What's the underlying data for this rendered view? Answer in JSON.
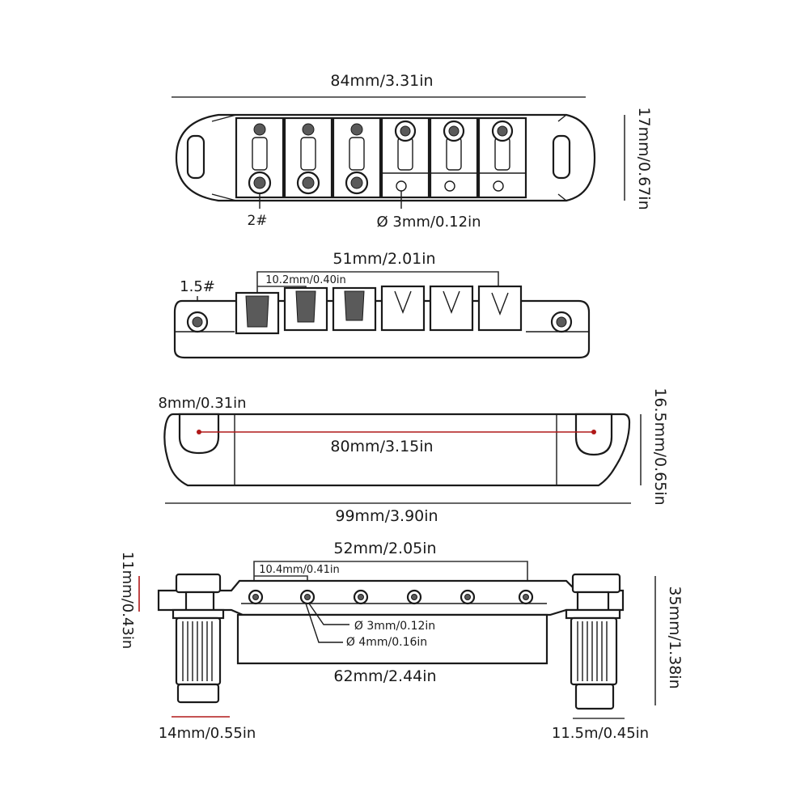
{
  "view1": {
    "width_label": "84mm/3.31in",
    "height_label": "17mm/0.67in",
    "screw_label": "2#",
    "hole_label": "Ø 3mm/0.12in"
  },
  "view2": {
    "span_label": "51mm/2.01in",
    "spacing_label": "10.2mm/0.40in",
    "screw_label": "1.5#"
  },
  "view3": {
    "slot_label": "8mm/0.31in",
    "inner_label": "80mm/3.15in",
    "height_label": "16.5mm/0.65in",
    "total_label": "99mm/3.90in"
  },
  "view4": {
    "span_label": "52mm/2.05in",
    "spacing_label": "10.4mm/0.41in",
    "hole_small_label": "Ø 3mm/0.12in",
    "hole_large_label": "Ø 4mm/0.16in",
    "post_height_label": "11mm/0.43in",
    "total_height_label": "35mm/1.38in",
    "base_label": "62mm/2.44in",
    "left_post_label": "14mm/0.55in",
    "right_post_label": "11.5m/0.45in"
  },
  "colors": {
    "line": "#1a1a1a",
    "accent_red": "#b01818",
    "background": "#ffffff"
  }
}
